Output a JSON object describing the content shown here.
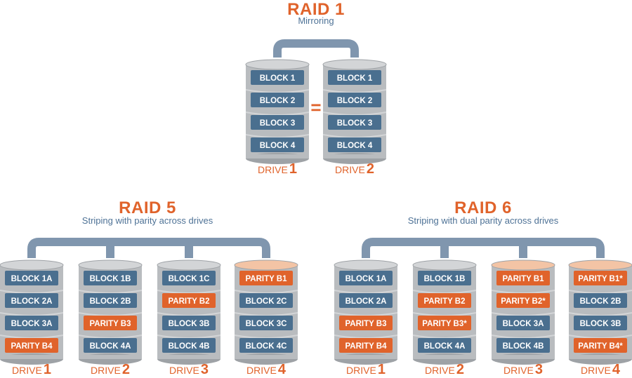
{
  "raid1": {
    "title": "RAID 1",
    "subtitle": "Mirroring",
    "equals": "=",
    "drives": [
      {
        "label": "DRIVE",
        "num": "1",
        "blocks": [
          {
            "text": "BLOCK 1",
            "type": "data"
          },
          {
            "text": "BLOCK 2",
            "type": "data"
          },
          {
            "text": "BLOCK 3",
            "type": "data"
          },
          {
            "text": "BLOCK 4",
            "type": "data"
          }
        ]
      },
      {
        "label": "DRIVE",
        "num": "2",
        "blocks": [
          {
            "text": "BLOCK 1",
            "type": "data"
          },
          {
            "text": "BLOCK 2",
            "type": "data"
          },
          {
            "text": "BLOCK 3",
            "type": "data"
          },
          {
            "text": "BLOCK 4",
            "type": "data"
          }
        ]
      }
    ]
  },
  "raid5": {
    "title": "RAID 5",
    "subtitle": "Striping with parity across drives",
    "drives": [
      {
        "label": "DRIVE",
        "num": "1",
        "blocks": [
          {
            "text": "BLOCK 1A",
            "type": "data"
          },
          {
            "text": "BLOCK 2A",
            "type": "data"
          },
          {
            "text": "BLOCK 3A",
            "type": "data"
          },
          {
            "text": "PARITY  B4",
            "type": "parity"
          }
        ]
      },
      {
        "label": "DRIVE",
        "num": "2",
        "blocks": [
          {
            "text": "BLOCK 1B",
            "type": "data"
          },
          {
            "text": "BLOCK 2B",
            "type": "data"
          },
          {
            "text": "PARITY B3",
            "type": "parity"
          },
          {
            "text": "BLOCK 4A",
            "type": "data"
          }
        ]
      },
      {
        "label": "DRIVE",
        "num": "3",
        "blocks": [
          {
            "text": "BLOCK 1C",
            "type": "data"
          },
          {
            "text": "PARITY B2",
            "type": "parity"
          },
          {
            "text": "BLOCK 3B",
            "type": "data"
          },
          {
            "text": "BLOCK 4B",
            "type": "data"
          }
        ]
      },
      {
        "label": "DRIVE",
        "num": "4",
        "blocks": [
          {
            "text": "PARITY B1",
            "type": "parity"
          },
          {
            "text": "BLOCK 2C",
            "type": "data"
          },
          {
            "text": "BLOCK 3C",
            "type": "data"
          },
          {
            "text": "BLOCK 4C",
            "type": "data"
          }
        ]
      }
    ]
  },
  "raid6": {
    "title": "RAID 6",
    "subtitle": "Striping with dual parity across drives",
    "drives": [
      {
        "label": "DRIVE",
        "num": "1",
        "blocks": [
          {
            "text": "BLOCK 1A",
            "type": "data"
          },
          {
            "text": "BLOCK 2A",
            "type": "data"
          },
          {
            "text": "PARITY B3",
            "type": "parity"
          },
          {
            "text": "PARITY B4",
            "type": "parity"
          }
        ]
      },
      {
        "label": "DRIVE",
        "num": "2",
        "blocks": [
          {
            "text": "BLOCK 1B",
            "type": "data"
          },
          {
            "text": "PARITY B2",
            "type": "parity"
          },
          {
            "text": "PARITY B3*",
            "type": "parity"
          },
          {
            "text": "BLOCK 4A",
            "type": "data"
          }
        ]
      },
      {
        "label": "DRIVE",
        "num": "3",
        "blocks": [
          {
            "text": "PARITY B1",
            "type": "parity"
          },
          {
            "text": "PARITY B2*",
            "type": "parity"
          },
          {
            "text": "BLOCK 3A",
            "type": "data"
          },
          {
            "text": "BLOCK 4B",
            "type": "data"
          }
        ]
      },
      {
        "label": "DRIVE",
        "num": "4",
        "blocks": [
          {
            "text": "PARITY B1*",
            "type": "parity"
          },
          {
            "text": "BLOCK 2B",
            "type": "data"
          },
          {
            "text": "BLOCK 3B",
            "type": "data"
          },
          {
            "text": "PARITY B4*",
            "type": "parity"
          }
        ]
      }
    ]
  },
  "colors": {
    "data_block": "#4a6f8f",
    "parity_block": "#e0632b",
    "disk_gray": "#b9bcbf",
    "disk_gray_light": "#d3d5d7",
    "disk_gray_dark": "#9ea2a6",
    "parity_disk_top": "#f3c4a5",
    "connector": "#8096ae",
    "accent": "#e0632b",
    "subtitle": "#4e7296"
  }
}
